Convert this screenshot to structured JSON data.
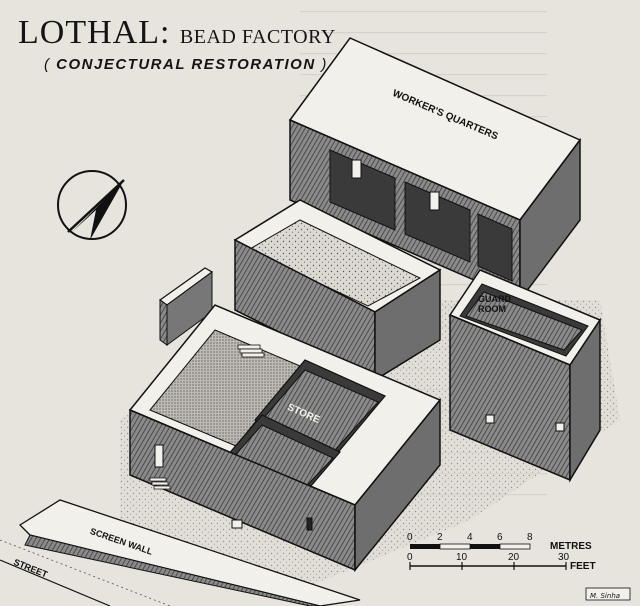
{
  "title": {
    "main": "LOTHAL:",
    "sub": "BEAD FACTORY"
  },
  "subtitle": "CONJECTURAL RESTORATION",
  "labels": {
    "workers_quarters": "WORKER'S QUARTERS",
    "guard_room_line1": "GUARD",
    "guard_room_line2": "ROOM",
    "store": "STORE",
    "screen_wall": "SCREEN WALL",
    "street": "STREET"
  },
  "scale": {
    "metres_label": "METRES",
    "feet_label": "FEET",
    "metres_ticks": [
      "0",
      "2",
      "4",
      "6",
      "8"
    ],
    "feet_ticks": [
      "0",
      "10",
      "20",
      "30"
    ]
  },
  "signature": "M. Sinha",
  "colors": {
    "paper": "#e7e4de",
    "ink": "#141414",
    "wall_top": "#f2f0ea",
    "wall_side": "#6e6e6e"
  },
  "icons": {
    "north_arrow": "north-arrow-icon"
  }
}
